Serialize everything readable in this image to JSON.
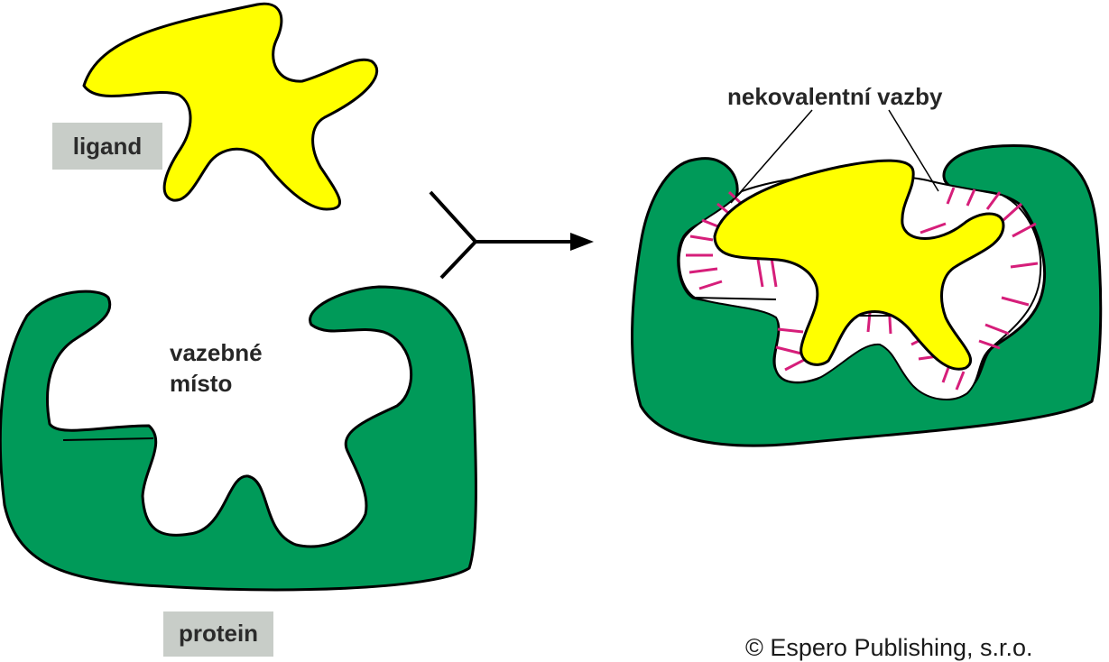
{
  "labels": {
    "ligand": "ligand",
    "protein": "protein",
    "binding_site_line1": "vazebné",
    "binding_site_line2": "místo",
    "noncovalent_bonds": "nekovalentní vazby",
    "copyright": "© Espero Publishing, s.r.o."
  },
  "colors": {
    "protein": "#009a59",
    "ligand": "#ffff00",
    "outline": "#000000",
    "bonds": "#d61e7a",
    "label_box": "#c8cdc8",
    "background": "#ffffff"
  }
}
